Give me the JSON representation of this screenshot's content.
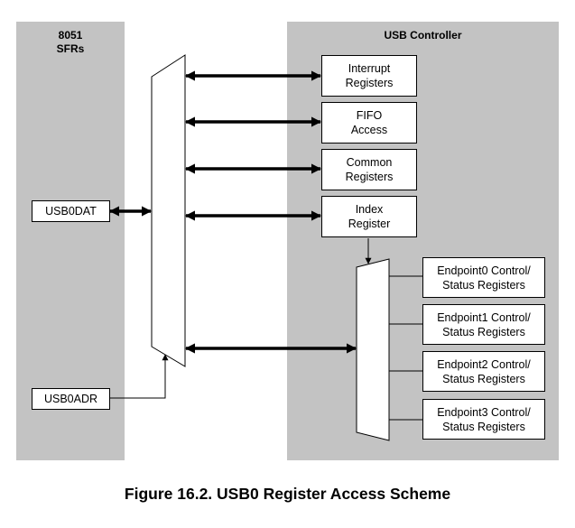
{
  "panels": {
    "sfr_title_line1": "8051",
    "sfr_title_line2": "SFRs",
    "usb_title": "USB Controller"
  },
  "registers": {
    "usb0dat": "USB0DAT",
    "usb0adr": "USB0ADR"
  },
  "controller_blocks": [
    {
      "line1": "Interrupt",
      "line2": "Registers"
    },
    {
      "line1": "FIFO",
      "line2": "Access"
    },
    {
      "line1": "Common",
      "line2": "Registers"
    },
    {
      "line1": "Index",
      "line2": "Register"
    }
  ],
  "endpoint_blocks": [
    {
      "line1": "Endpoint0 Control/",
      "line2": "Status Registers"
    },
    {
      "line1": "Endpoint1 Control/",
      "line2": "Status Registers"
    },
    {
      "line1": "Endpoint2 Control/",
      "line2": "Status Registers"
    },
    {
      "line1": "Endpoint3 Control/",
      "line2": "Status Registers"
    }
  ],
  "caption": "Figure 16.2. USB0 Register Access Scheme",
  "colors": {
    "panel_fill": "#c3c3c3",
    "line": "#000000"
  }
}
